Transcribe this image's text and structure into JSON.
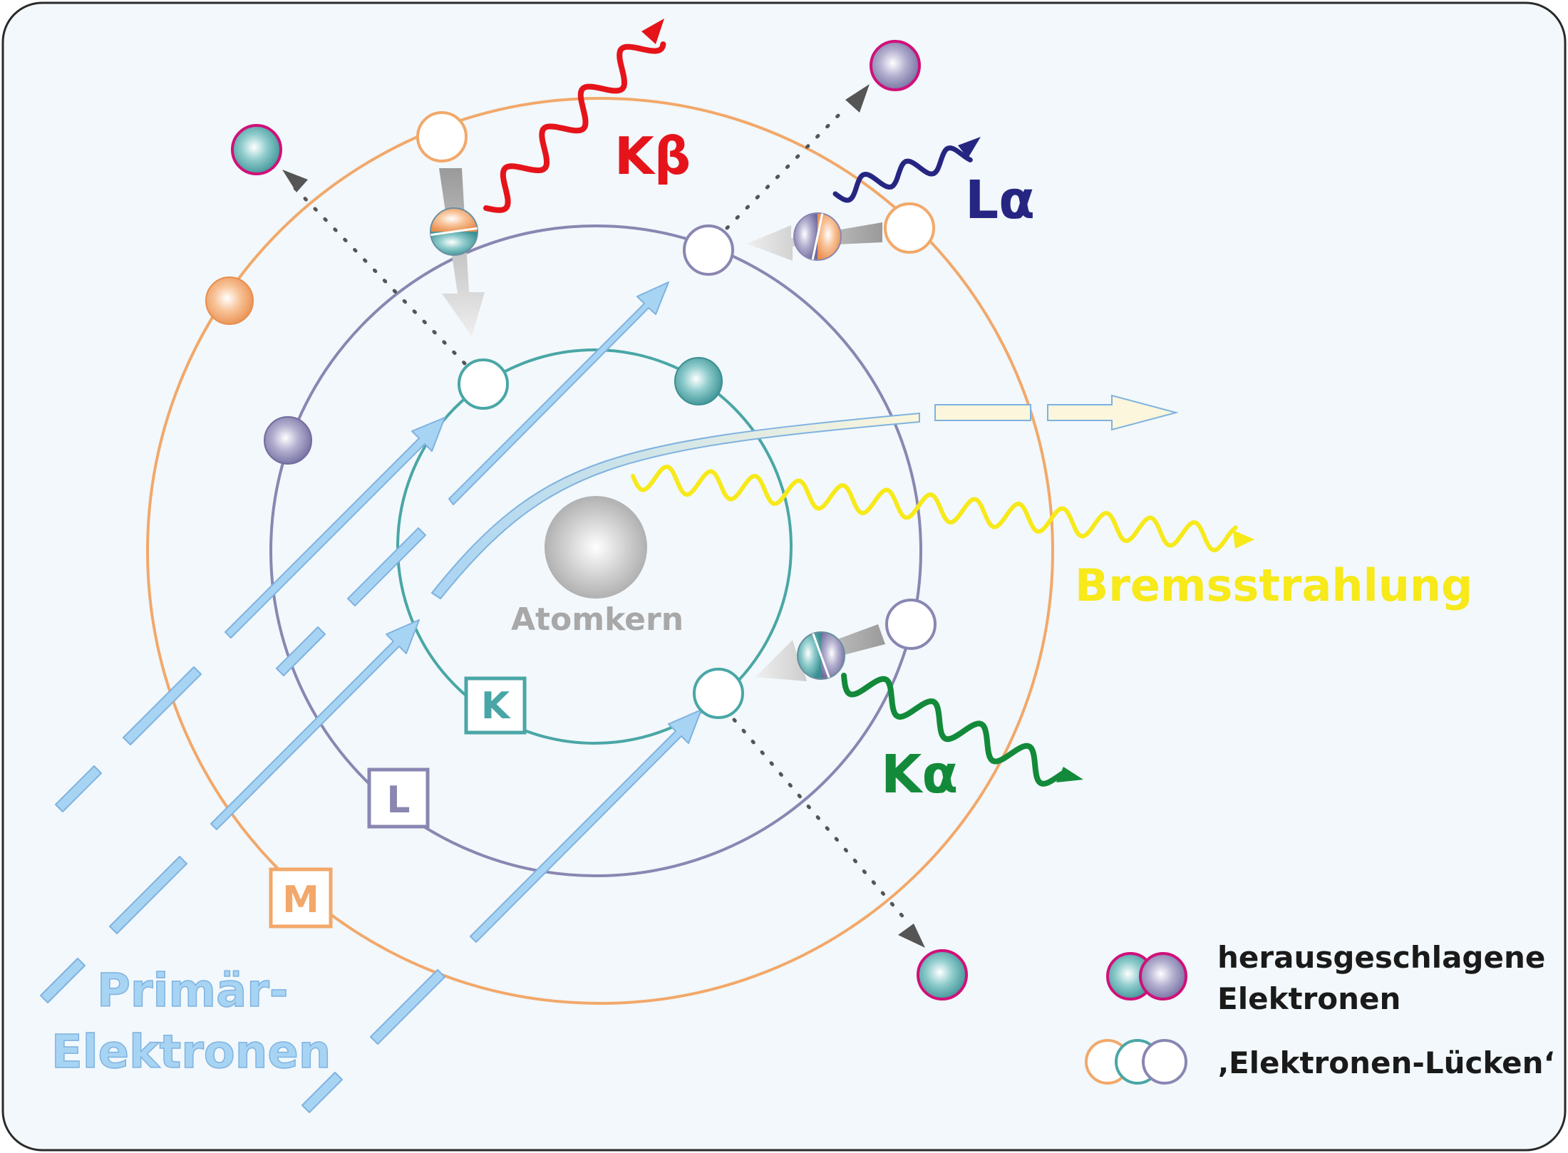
{
  "labels": {
    "nucleus": "Atomkern",
    "shell_k": "K",
    "shell_l": "L",
    "shell_m": "M",
    "k_beta": "Kβ",
    "l_alpha": "Lα",
    "k_alpha": "Kα",
    "bremsstrahlung": "Bremsstrahlung",
    "primary_line1": "Primär-",
    "primary_line2": "Elektronen"
  },
  "legend": {
    "ejected_line1": "herausgeschlagene",
    "ejected_line2": "Elektronen",
    "holes": "‚Elektronen-Lücken‘"
  },
  "colors": {
    "background": "#f2f8fb",
    "shell_k": "#4aa6a6",
    "shell_l": "#8a86b2",
    "shell_m": "#f2a86a",
    "primary": "#a8d4f4",
    "k_beta": "#e5141b",
    "l_alpha": "#262682",
    "k_alpha": "#138a3a",
    "bremsstrahlung": "#f7e91a",
    "ejected_rim": "#d0107a",
    "nucleus": "#b5b5b5"
  }
}
